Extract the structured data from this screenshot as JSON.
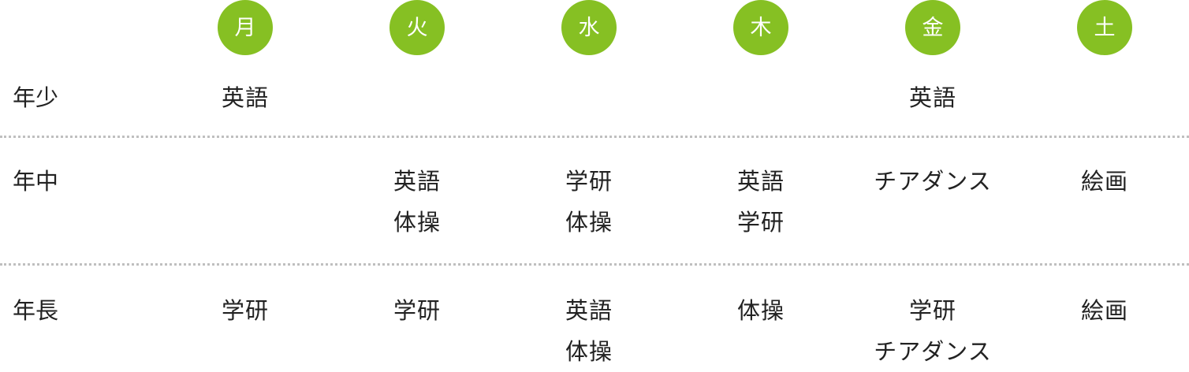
{
  "days": [
    "月",
    "火",
    "水",
    "木",
    "金",
    "土"
  ],
  "rows": [
    {
      "label": "年少",
      "cells": [
        [
          "英語"
        ],
        [],
        [],
        [],
        [
          "英語"
        ],
        []
      ]
    },
    {
      "label": "年中",
      "cells": [
        [],
        [
          "英語",
          "体操"
        ],
        [
          "学研",
          "体操"
        ],
        [
          "英語",
          "学研"
        ],
        [
          "チアダンス"
        ],
        [
          "絵画"
        ]
      ]
    },
    {
      "label": "年長",
      "cells": [
        [
          "学研"
        ],
        [
          "学研"
        ],
        [
          "英語",
          "体操"
        ],
        [
          "体操"
        ],
        [
          "学研",
          "チアダンス"
        ],
        [
          "絵画"
        ]
      ]
    }
  ],
  "colors": {
    "day_circle": "#86c023",
    "day_text": "#ffffff",
    "text": "#222222",
    "divider": "#bfbfbf"
  }
}
